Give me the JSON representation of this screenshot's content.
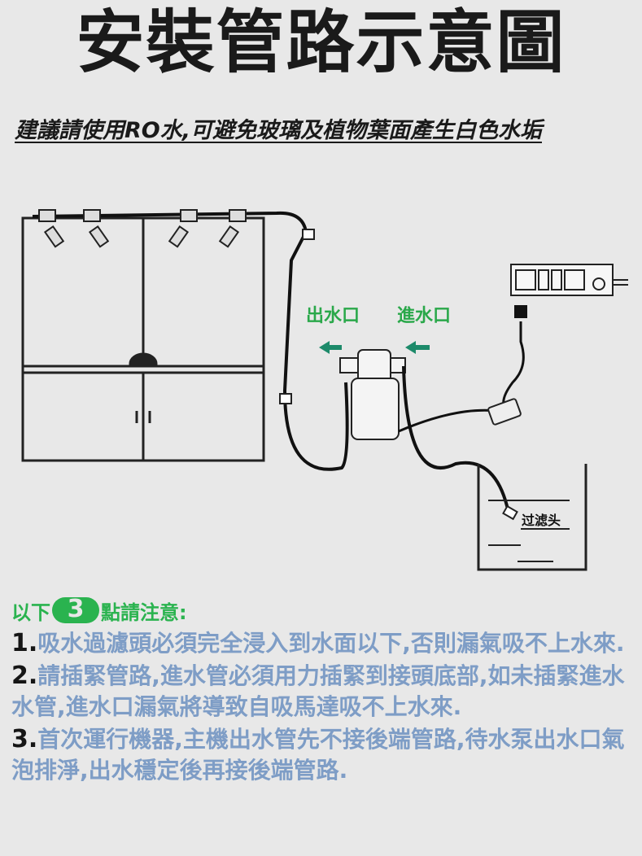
{
  "title": "安裝管路示意圖",
  "subtitle": "建議請使用RO水,可避免玻璃及植物葉面產生白色水垢",
  "diagram": {
    "outlet_label": "出水口",
    "inlet_label": "進水口",
    "filter_label": "过滤头"
  },
  "notes": {
    "heading_prefix": "以下",
    "heading_number": "3",
    "heading_suffix": "點請注意:",
    "items": [
      {
        "number": "1.",
        "text": "吸水過濾頭必須完全浸入到水面以下,否則漏氣吸不上水來."
      },
      {
        "number": "2.",
        "text": "請插緊管路,進水管必須用力插緊到接頭底部,如未插緊進水水管,進水口漏氣將導致自吸馬達吸不上水來."
      },
      {
        "number": "3.",
        "text": "首次運行機器,主機出水管先不接後端管路,待水泵出水口氣泡排淨,出水穩定後再接後端管路."
      }
    ]
  },
  "colors": {
    "green": "#2ab34f",
    "blue_text": "#7e9dc6",
    "background": "#e8e8e8"
  }
}
